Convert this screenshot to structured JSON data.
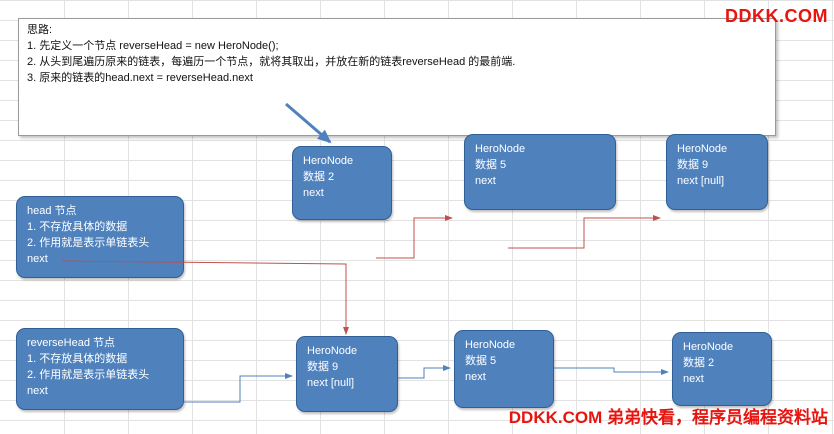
{
  "watermark_top": "DDKK.COM",
  "watermark_bottom": "DDKK.COM 弟弟快看，程序员编程资料站",
  "note": {
    "title": "思路:",
    "line1": "1. 先定义一个节点 reverseHead = new HeroNode();",
    "line2": "2. 从头到尾遍历原来的链表，每遍历一个节点，就将其取出，并放在新的链表reverseHead 的最前端.",
    "line3": "3. 原来的链表的head.next = reverseHead.next"
  },
  "head_node": {
    "title": "head 节点",
    "line1": "1. 不存放具体的数据",
    "line2": "2. 作用就是表示单链表头",
    "next": "next"
  },
  "reverse_head_node": {
    "title": "reverseHead 节点",
    "line1": "1. 不存放具体的数据",
    "line2": "2. 作用就是表示单链表头",
    "next": "next"
  },
  "top_nodes": [
    {
      "name": "HeroNode",
      "data": "数据 2",
      "next": "next"
    },
    {
      "name": "HeroNode",
      "data": "数据 5",
      "next": "next"
    },
    {
      "name": "HeroNode",
      "data": "数据 9",
      "next": "next [null]"
    }
  ],
  "bottom_nodes": [
    {
      "name": "HeroNode",
      "data": "数据 9",
      "next": "next [null]"
    },
    {
      "name": "HeroNode",
      "data": "数据 5",
      "next": "next"
    },
    {
      "name": "HeroNode",
      "data": "数据 2",
      "next": "next"
    }
  ],
  "colors": {
    "node_fill": "#4f81bd",
    "red_arrow": "#c0504d",
    "blue_arrow": "#4f81bd",
    "watermark": "#e8140f"
  }
}
